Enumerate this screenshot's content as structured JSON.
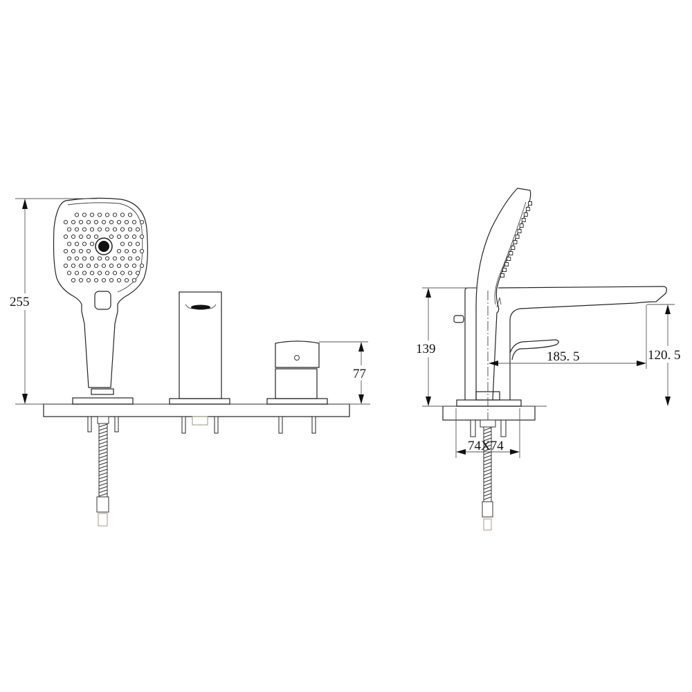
{
  "drawing": {
    "title": "Deck-mounted bath shower mixer set – front and side elevation",
    "line_color": "#222222",
    "background": "#ffffff"
  },
  "front_view": {
    "dimensions": {
      "overall_height": "255",
      "mixer_height": "77"
    },
    "components": [
      "hand-shower",
      "bath-spout",
      "mixer-handle",
      "deck-plate"
    ]
  },
  "side_view": {
    "dimensions": {
      "spout_height": "139",
      "spout_outlet_height": "120. 5",
      "spout_reach": "185. 5",
      "base_size": "74X74"
    },
    "components": [
      "hand-shower-side",
      "spout-side",
      "lever",
      "deck-plate",
      "flexible-hose"
    ]
  }
}
